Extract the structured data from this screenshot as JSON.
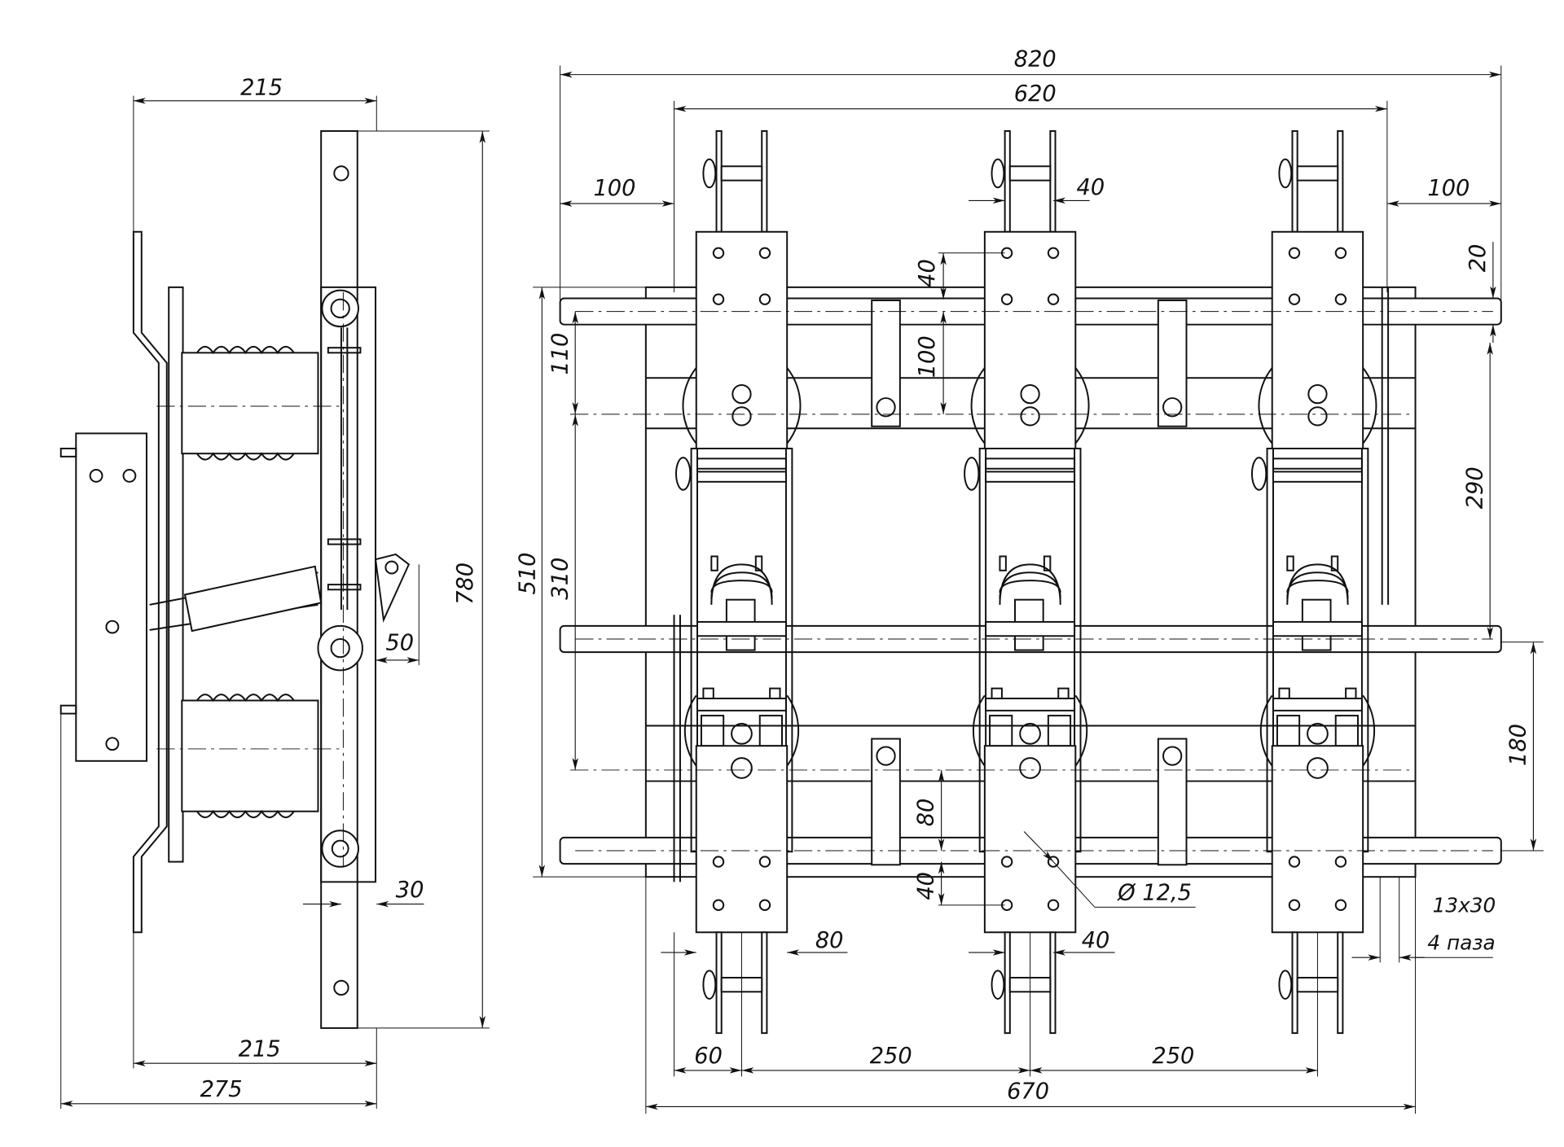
{
  "drawing": {
    "title": "Three-pole disconnector – general arrangement (side view and front view)",
    "side_view": {
      "dims": {
        "top_width": "215",
        "height": "780",
        "cam_offset": "50",
        "bar_width": "30",
        "bottom_width": "215",
        "overall_depth": "275"
      }
    },
    "front_view": {
      "dims": {
        "overall_width": "820",
        "frame_width": "620",
        "left_overhang": "100",
        "right_overhang": "100",
        "terminal_pitch_top": "40",
        "hole_pitch_top": "40",
        "hole_to_shaft": "100",
        "shaft_offset_top": "20",
        "top_gap": "110",
        "overall_height": "510",
        "mid_span": "310",
        "right_span": "290",
        "bottom_right_span": "180",
        "hole_to_shaft_bottom": "80",
        "hole_pitch_bottom": "40",
        "hole_diameter": "Ø 12,5",
        "terminal_width": "80",
        "terminal_pitch_bottom": "40",
        "slot_size": "13x30",
        "slot_count": "4 паза",
        "left_offset": "60",
        "pole_pitch_1": "250",
        "pole_pitch_2": "250",
        "base_width": "670"
      }
    }
  }
}
